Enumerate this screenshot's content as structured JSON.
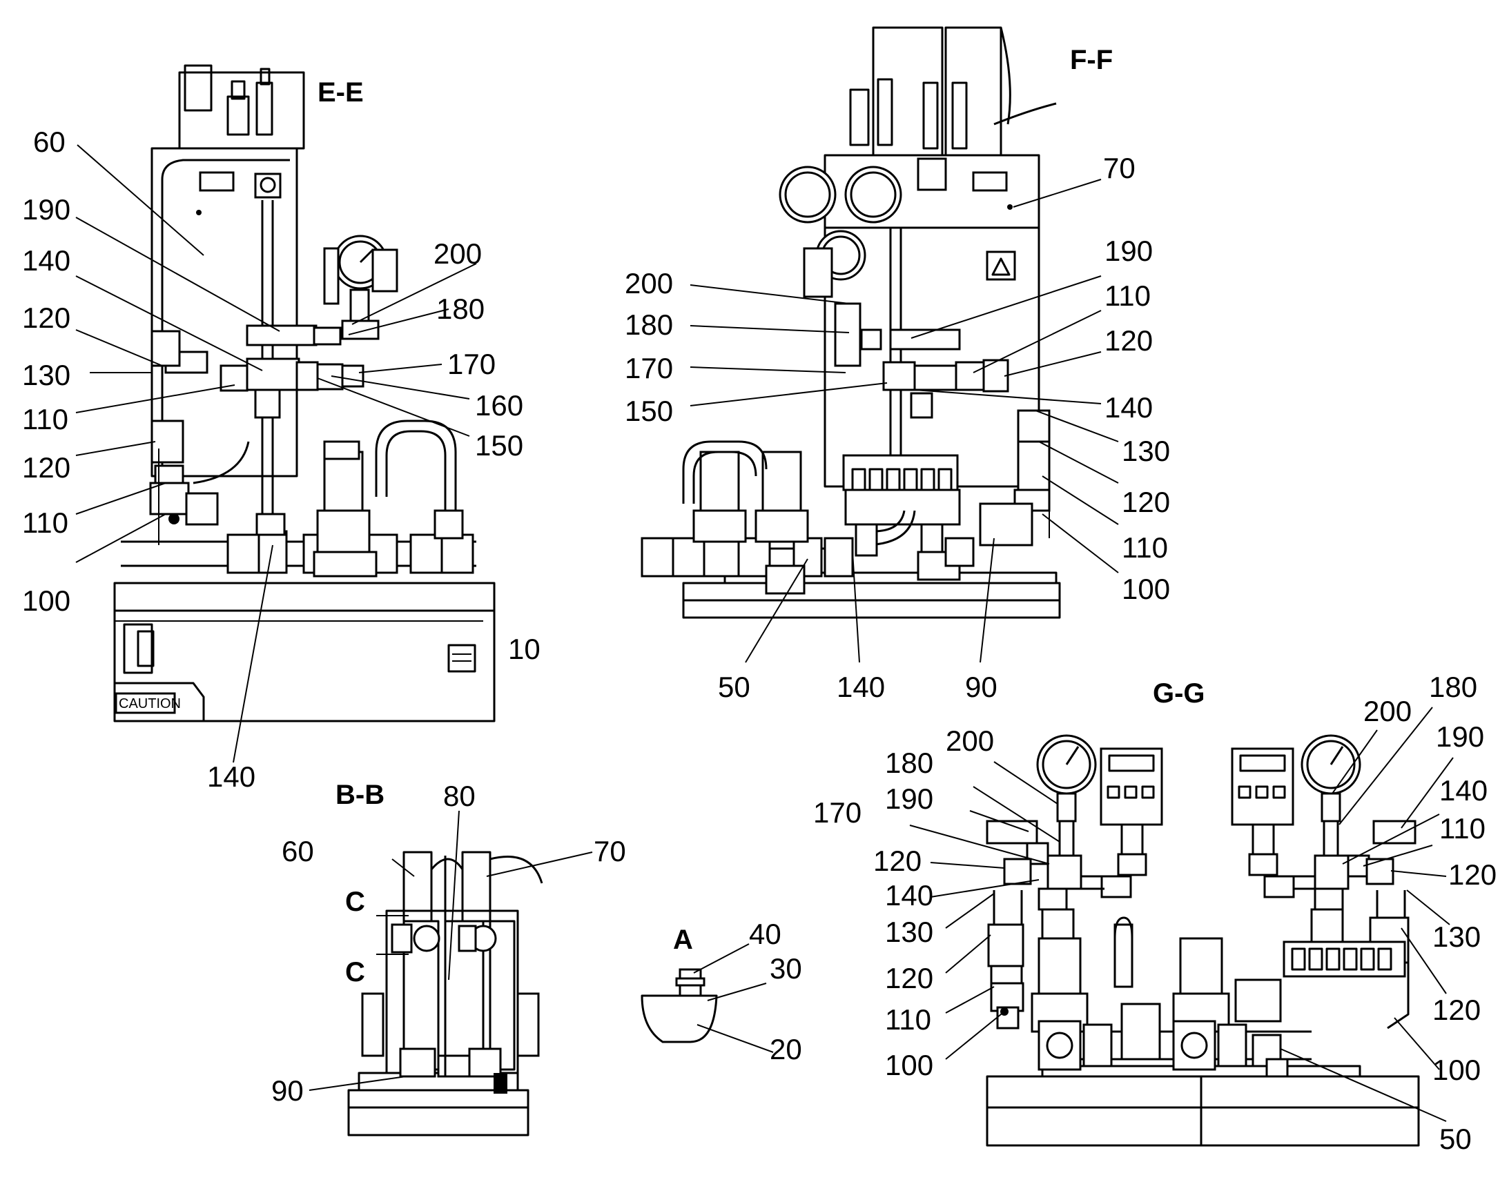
{
  "views": {
    "ee": {
      "title": "E-E"
    },
    "ff": {
      "title": "F-F"
    },
    "gg": {
      "title": "G-G"
    },
    "bb": {
      "title": "B-B",
      "section_marks": [
        "C",
        "C"
      ]
    },
    "a": {
      "title": "A"
    }
  },
  "labels": {
    "ee": [
      "60",
      "190",
      "140",
      "120",
      "130",
      "110",
      "120",
      "110",
      "100",
      "200",
      "180",
      "170",
      "160",
      "150",
      "10",
      "140"
    ],
    "ff": [
      "70",
      "200",
      "180",
      "170",
      "150",
      "190",
      "110",
      "120",
      "140",
      "130",
      "120",
      "110",
      "100",
      "50",
      "140",
      "90"
    ],
    "gg": [
      "200",
      "180",
      "190",
      "170",
      "120",
      "140",
      "130",
      "120",
      "110",
      "100",
      "200",
      "180",
      "190",
      "140",
      "110",
      "120",
      "130",
      "120",
      "100",
      "50"
    ],
    "bb": [
      "80",
      "60",
      "70",
      "90"
    ],
    "a": [
      "40",
      "30",
      "20"
    ]
  },
  "placard_text": "CAUTION"
}
